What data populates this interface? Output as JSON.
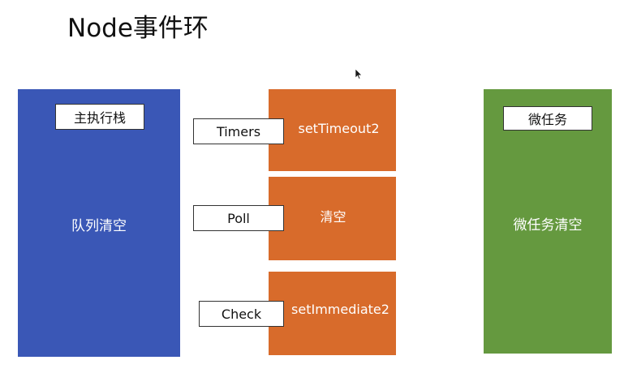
{
  "title": "Node事件环",
  "main_stack": {
    "tag": "主执行栈",
    "body": "队列清空"
  },
  "phases": [
    {
      "label": "Timers",
      "content": "setTimeout2"
    },
    {
      "label": "Poll",
      "content": "清空"
    },
    {
      "label": "Check",
      "content": "setImmediate2"
    }
  ],
  "microtask": {
    "tag": "微任务",
    "body": "微任务清空"
  },
  "colors": {
    "stack": "#3a57b6",
    "phase": "#d86b2b",
    "microtask": "#65993f"
  },
  "icons": {
    "cursor": "mouse-pointer-icon"
  }
}
